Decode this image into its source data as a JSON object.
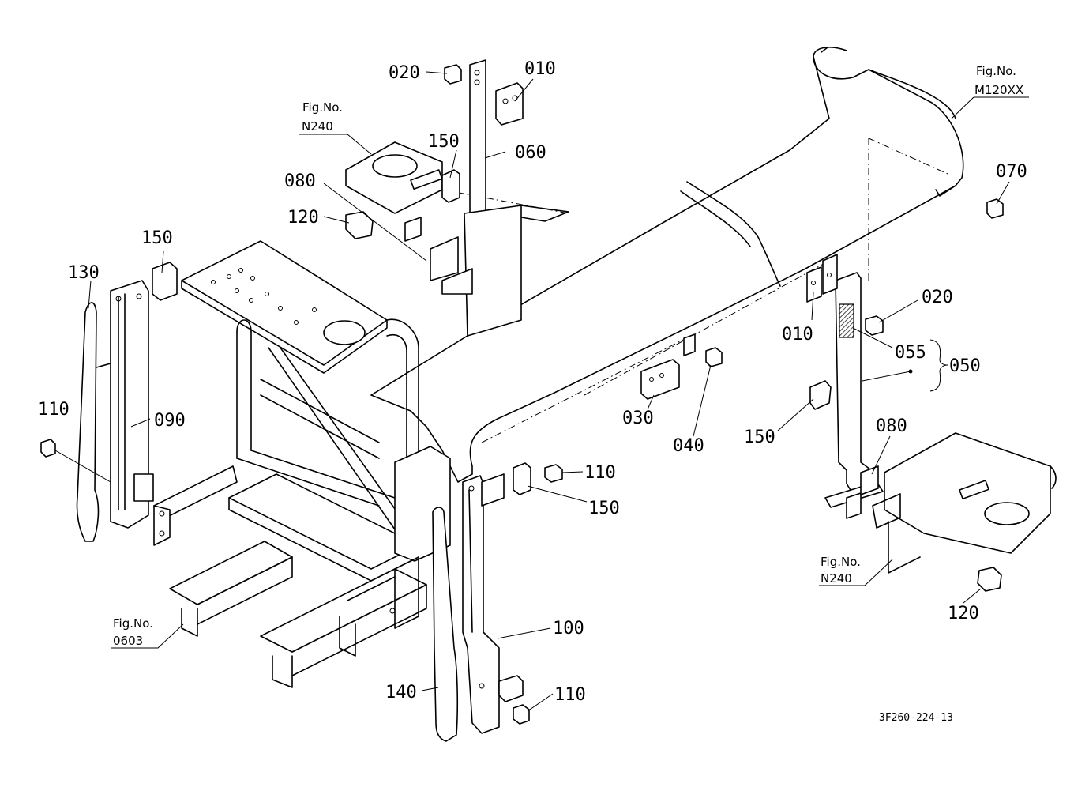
{
  "parts": [
    {
      "id": "p020a",
      "num": "020"
    },
    {
      "id": "p010a",
      "num": "010"
    },
    {
      "id": "p150a",
      "num": "150"
    },
    {
      "id": "p060",
      "num": "060"
    },
    {
      "id": "p080a",
      "num": "080"
    },
    {
      "id": "p120a",
      "num": "120"
    },
    {
      "id": "p150b",
      "num": "150"
    },
    {
      "id": "p130",
      "num": "130"
    },
    {
      "id": "p110a",
      "num": "110"
    },
    {
      "id": "p090",
      "num": "090"
    },
    {
      "id": "p070",
      "num": "070"
    },
    {
      "id": "p020b",
      "num": "020"
    },
    {
      "id": "p010b",
      "num": "010"
    },
    {
      "id": "p055",
      "num": "055"
    },
    {
      "id": "p050",
      "num": "050"
    },
    {
      "id": "p150c",
      "num": "150"
    },
    {
      "id": "p030",
      "num": "030"
    },
    {
      "id": "p040",
      "num": "040"
    },
    {
      "id": "p110b",
      "num": "110"
    },
    {
      "id": "p150d",
      "num": "150"
    },
    {
      "id": "p080b",
      "num": "080"
    },
    {
      "id": "p120b",
      "num": "120"
    },
    {
      "id": "p100",
      "num": "100"
    },
    {
      "id": "p140",
      "num": "140"
    },
    {
      "id": "p110c",
      "num": "110"
    }
  ],
  "fig_refs": [
    {
      "id": "fig_n240_top",
      "label": "Fig.No.",
      "code": "N240"
    },
    {
      "id": "fig_m120xx",
      "label": "Fig.No.",
      "code": "M120XX"
    },
    {
      "id": "fig_n240_right",
      "label": "Fig.No.",
      "code": "N240"
    },
    {
      "id": "fig_0603",
      "label": "Fig.No.",
      "code": "0603"
    }
  ],
  "drawing_code": "3F260-224-13"
}
